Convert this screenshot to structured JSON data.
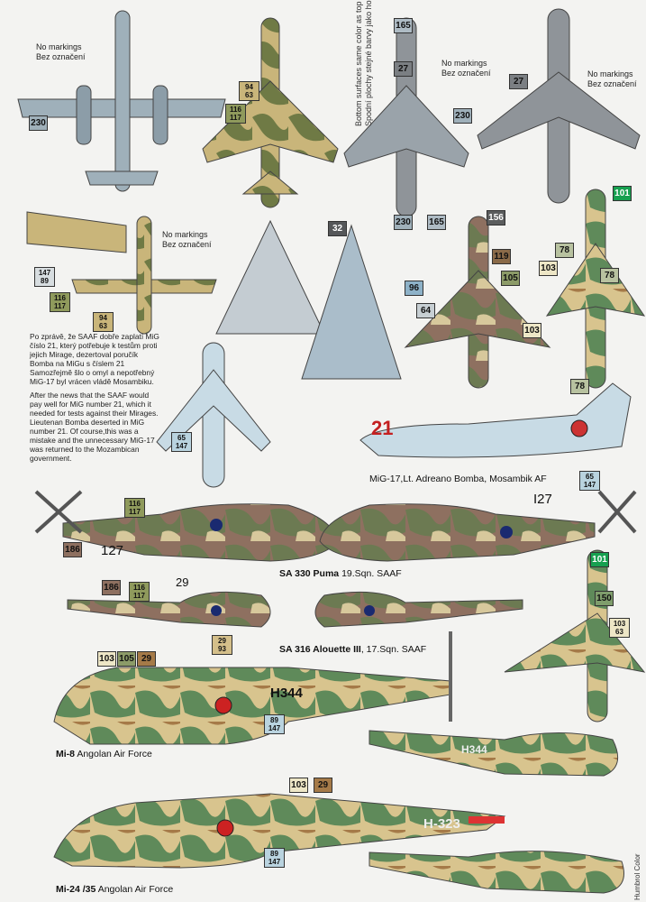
{
  "notes": {
    "no_markings_en": "No markings",
    "no_markings_cz": "Bez označení",
    "bottom_en": "Bottom surfaces same color as top",
    "bottom_cz": "Spodní plochy stejné barvy jako horní"
  },
  "story": {
    "cz": "Po zprávě, že SAAF dobře zaplatí MiG číslo 21, který potřebuje k testům proti jejich Mirage, dezertoval poručík Bomba na MiGu s číslem 21 Samozřejmě šlo o omyl a nepotřebný MiG-17 byl vrácen vládě Mosambiku.",
    "en": "After the news that the SAAF would pay well for MiG number 21, which it needed for tests against their Mirages. Lieutenan  Bomba deserted in MiG number 21. Of course,this was a mistake and the unnecessary MiG-17 was returned to the Mozambican government."
  },
  "captions": {
    "mig17": "MiG-17,Lt. Adreano Bomba, Mosambik AF",
    "puma_bold": "SA 330 Puma",
    "puma_rest": " 19.Sqn. SAAF",
    "alouette_bold": "SA 316 Alouette III",
    "alouette_rest": ", 17.Sqn. SAAF",
    "mi8_bold": "Mi-8",
    "mi8_rest": " Angolan Air Force",
    "mi24_bold": "Mi-24 /35",
    "mi24_rest": " Angolan  Air Force"
  },
  "codes": {
    "mig21": "21",
    "puma_l": "127",
    "puma_r": "I27",
    "alouette": "29",
    "mi8": "H344",
    "mi8b": "H344",
    "mi24": "H-323"
  },
  "footer": "Humbrol Color",
  "chips": [
    {
      "t": "230",
      "c": "#9fb0ba"
    },
    {
      "t": "94",
      "b": "63",
      "c": "#c9b57a"
    },
    {
      "t": "116",
      "b": "117",
      "c": "#8f9a5c"
    },
    {
      "t": "165",
      "c": "#aebbc4"
    },
    {
      "t": "27",
      "c": "#7b7f83"
    },
    {
      "t": "230",
      "c": "#9fb0ba"
    },
    {
      "t": "230",
      "c": "#9fb0ba"
    },
    {
      "t": "165",
      "c": "#aebbc4"
    },
    {
      "t": "27",
      "c": "#7b7f83"
    },
    {
      "t": "156",
      "c": "#5b5d5e"
    },
    {
      "t": "119",
      "c": "#8a6a48"
    },
    {
      "t": "105",
      "c": "#8c9b68"
    },
    {
      "t": "103",
      "c": "#ede6c6"
    },
    {
      "t": "101",
      "c": "#17a050"
    },
    {
      "t": "78",
      "c": "#b8c2a0"
    },
    {
      "t": "103",
      "c": "#ede6c6"
    },
    {
      "t": "78",
      "c": "#b8c2a0"
    },
    {
      "t": "78",
      "c": "#b8c2a0"
    },
    {
      "t": "32",
      "c": "#555759"
    },
    {
      "t": "96",
      "c": "#8eb2c8"
    },
    {
      "t": "64",
      "c": "#c7cfd3"
    },
    {
      "t": "147",
      "b": "89",
      "c": "#d7dde0"
    },
    {
      "t": "116",
      "b": "117",
      "c": "#8f9a5c"
    },
    {
      "t": "94",
      "b": "63",
      "c": "#c9b57a"
    },
    {
      "t": "65",
      "b": "147",
      "c": "#b9d3df"
    },
    {
      "t": "65",
      "b": "147",
      "c": "#b9d3df"
    },
    {
      "t": "116",
      "b": "117",
      "c": "#8f9a5c"
    },
    {
      "t": "186",
      "c": "#8e7060"
    },
    {
      "t": "186",
      "c": "#8e7060"
    },
    {
      "t": "116",
      "b": "117",
      "c": "#8f9a5c"
    },
    {
      "t": "101",
      "c": "#17a050"
    },
    {
      "t": "150",
      "c": "#7f9d6c"
    },
    {
      "t": "103",
      "b": "63",
      "c": "#ede6c6"
    },
    {
      "t": "103",
      "c": "#ede6c6"
    },
    {
      "t": "105",
      "c": "#8c9b68"
    },
    {
      "t": "29",
      "c": "#a57a48"
    },
    {
      "t": "29",
      "b": "93",
      "c": "#d4bf8a"
    },
    {
      "t": "89",
      "b": "147",
      "c": "#b9d3df"
    },
    {
      "t": "103",
      "c": "#ede6c6"
    },
    {
      "t": "29",
      "c": "#a57a48"
    },
    {
      "t": "89",
      "b": "147",
      "c": "#b9d3df"
    }
  ]
}
